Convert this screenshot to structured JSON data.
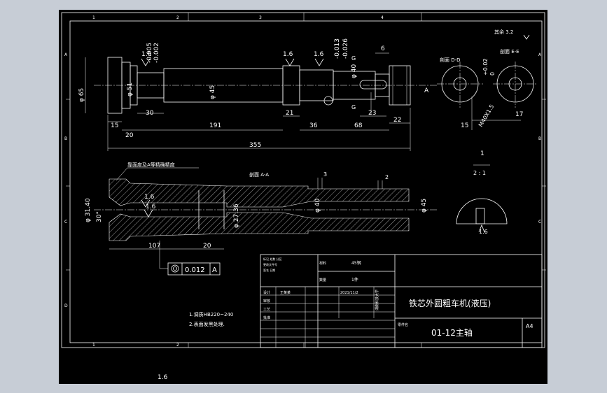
{
  "drawing": {
    "grid_numbers": [
      "1",
      "2",
      "3",
      "4"
    ],
    "grid_letters": [
      "A",
      "B",
      "C",
      "D"
    ],
    "main_view": {
      "dims": {
        "phi65": "φ 65",
        "phi51": "φ 51",
        "phi45": "φ 45",
        "phi40": "φ 40",
        "tol_a1": "-0.005",
        "tol_a2": "-0.002",
        "tol_b1": "-0.013",
        "tol_b2": "-0.026",
        "d30": "30",
        "d15": "15",
        "d20": "20",
        "d191": "191",
        "d21": "21",
        "d36": "36",
        "d68": "68",
        "d23": "23",
        "d22": "22",
        "d6": "6",
        "d355": "355"
      },
      "rough1": "1.6",
      "rough2": "1.6",
      "rough3": "1.6",
      "letter_g": "G",
      "letter_a": "A"
    },
    "section_views": {
      "label_left": "剖面 D-D",
      "label_right": "剖面 E-E",
      "tol1": "+0.02",
      "tol2": "0",
      "m_thread": "M40X1.5",
      "d15": "15",
      "d17": "17",
      "rough_note": "其余 3.2"
    },
    "detail": {
      "scale_num": "1",
      "scale_ratio": "2 : 1",
      "rough": "1.6"
    },
    "lower_view": {
      "note": "靠面度及A等精确精度",
      "section": "剖面 A-A",
      "rough": "1.6",
      "d3": "3",
      "d2": "2",
      "phi3140": "φ 31.40",
      "angle": "30°",
      "phi2736": "φ 27.36",
      "d107": "107",
      "d20": "20",
      "tolerance_value": "0.012",
      "datum": "A"
    },
    "notes": [
      "1.调质HB220~240",
      "2.表面发黑处理."
    ],
    "bottom_text": "1.6"
  },
  "title_block": {
    "material_label": "材料",
    "material_value": "45钢",
    "quantity_label": "数量",
    "quantity_value": "1件",
    "designer": "设计",
    "designer_name": "王某某",
    "date": "2021/11/2",
    "check": "审核",
    "craft": "工艺",
    "approve": "批准",
    "stamp": "湖南科技大学",
    "drawing_title": "铁芯外圆粗车机(液压)",
    "part_label": "零件名",
    "part_name": "01-12主轴",
    "paper": "A4",
    "small_rows": [
      "标记 处数 分区",
      "更改文件号",
      "签名 日期"
    ]
  }
}
